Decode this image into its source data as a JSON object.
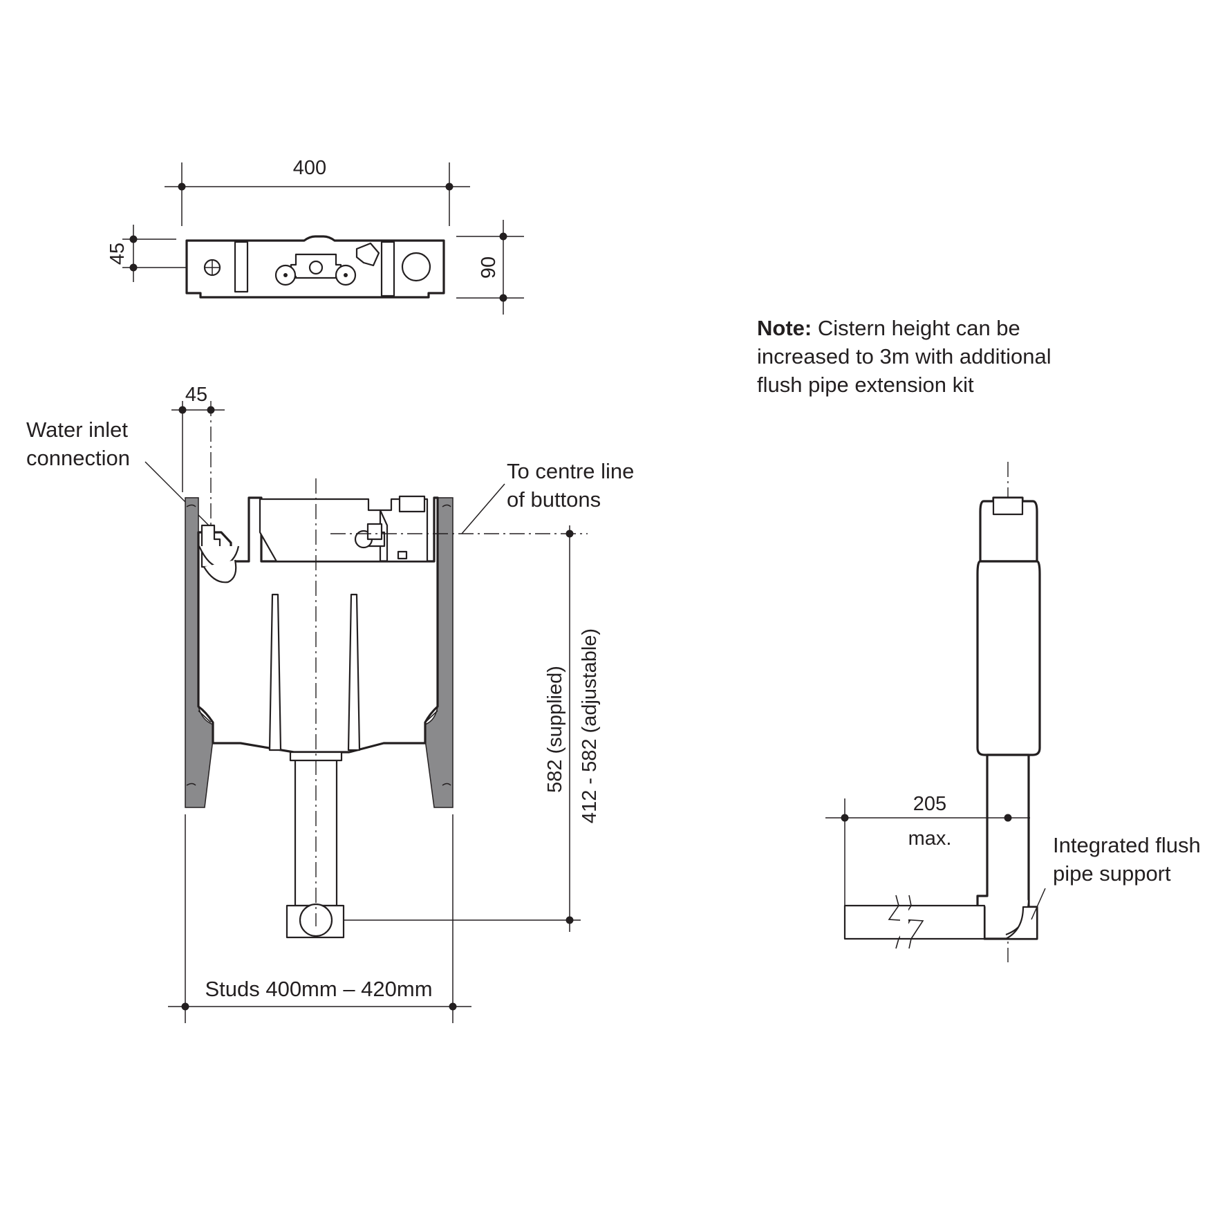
{
  "top_view": {
    "width_dim": "400",
    "offset_dim": "45",
    "depth_dim": "90"
  },
  "note": {
    "title": "Note:",
    "line1_rest": " Cistern height can be",
    "line2": "increased to 3m with additional",
    "line3": "flush pipe extension kit"
  },
  "front_view": {
    "inlet_offset_dim": "45",
    "water_inlet_line1": "Water inlet",
    "water_inlet_line2": "connection",
    "centre_line_line1": "To centre line",
    "centre_line_line2": "of buttons",
    "height_supplied": "582 (supplied)",
    "height_adjustable": "412 - 582 (adjustable)",
    "studs_dim": "Studs 400mm – 420mm"
  },
  "side_view": {
    "max_dim": "205",
    "max_label": "max.",
    "support_line1": "Integrated flush",
    "support_line2": "pipe support"
  },
  "colors": {
    "line": "#231f20",
    "frame_fill": "#8a8a8c",
    "background": "#ffffff"
  }
}
